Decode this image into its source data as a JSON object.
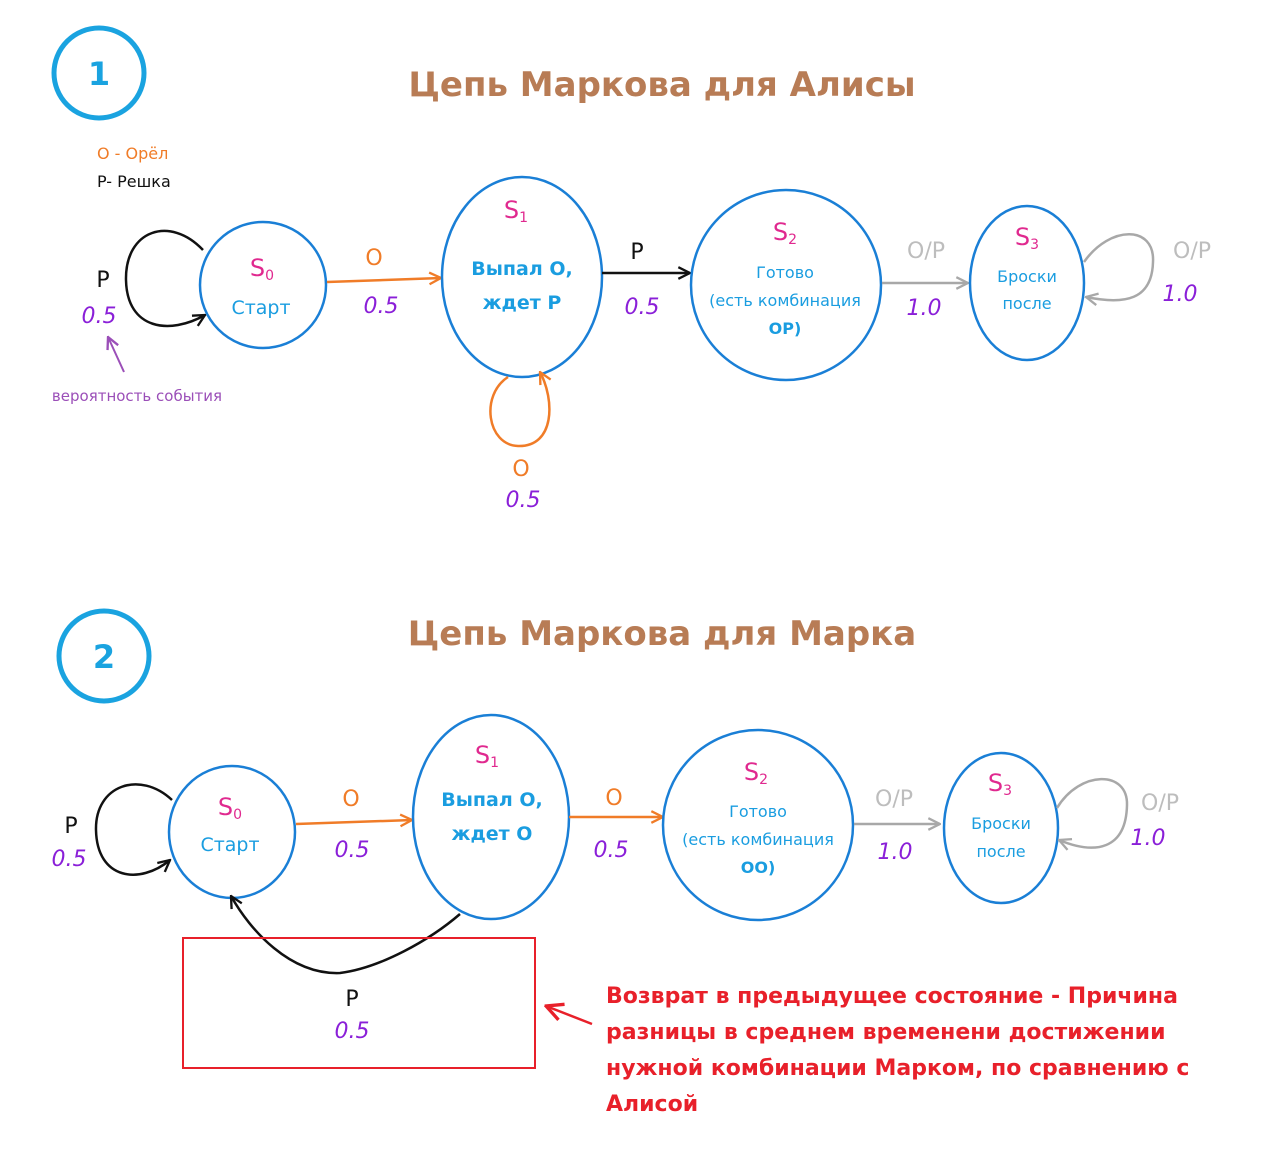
{
  "colors": {
    "title": "#b87c55",
    "state_border": "#1a7fd6",
    "badge": "#1aa3e0",
    "state_id": "#e0298f",
    "state_label": "#1a9de0",
    "heads": "#f07c28",
    "tails": "#111111",
    "any": "#bdbdbd",
    "probability": "#8a1fd8",
    "annotation": "#9b4fb8",
    "highlight": "#e8202a"
  },
  "legend": {
    "heads": "O - Орёл",
    "tails": "P- Решка"
  },
  "annotation_probability": "вероятность события",
  "diagrams": [
    {
      "badge": "1",
      "title": "Цепь Маркова для Алисы",
      "states": [
        {
          "id": "S",
          "sub": "0",
          "lines": [
            "Старт"
          ]
        },
        {
          "id": "S",
          "sub": "1",
          "lines": [
            "Выпал О,",
            "ждет Р"
          ]
        },
        {
          "id": "S",
          "sub": "2",
          "lines": [
            "Готово",
            "(есть комбинация",
            "ОР)"
          ]
        },
        {
          "id": "S",
          "sub": "3",
          "lines": [
            "Броски",
            "после"
          ]
        }
      ],
      "transitions": [
        {
          "from": "S0",
          "to": "S0",
          "symbol": "P",
          "prob": "0.5"
        },
        {
          "from": "S0",
          "to": "S1",
          "symbol": "O",
          "prob": "0.5"
        },
        {
          "from": "S1",
          "to": "S1",
          "symbol": "O",
          "prob": "0.5"
        },
        {
          "from": "S1",
          "to": "S2",
          "symbol": "P",
          "prob": "0.5"
        },
        {
          "from": "S2",
          "to": "S3",
          "symbol": "O/P",
          "prob": "1.0"
        },
        {
          "from": "S3",
          "to": "S3",
          "symbol": "O/P",
          "prob": "1.0"
        }
      ]
    },
    {
      "badge": "2",
      "title": "Цепь Маркова для Марка",
      "states": [
        {
          "id": "S",
          "sub": "0",
          "lines": [
            "Старт"
          ]
        },
        {
          "id": "S",
          "sub": "1",
          "lines": [
            "Выпал О,",
            "ждет О"
          ]
        },
        {
          "id": "S",
          "sub": "2",
          "lines": [
            "Готово",
            "(есть комбинация",
            "ОО)"
          ]
        },
        {
          "id": "S",
          "sub": "3",
          "lines": [
            "Броски",
            "после"
          ]
        }
      ],
      "transitions": [
        {
          "from": "S0",
          "to": "S0",
          "symbol": "P",
          "prob": "0.5"
        },
        {
          "from": "S0",
          "to": "S1",
          "symbol": "O",
          "prob": "0.5"
        },
        {
          "from": "S1",
          "to": "S2",
          "symbol": "O",
          "prob": "0.5"
        },
        {
          "from": "S1",
          "to": "S0",
          "symbol": "P",
          "prob": "0.5"
        },
        {
          "from": "S2",
          "to": "S3",
          "symbol": "O/P",
          "prob": "1.0"
        },
        {
          "from": "S3",
          "to": "S3",
          "symbol": "O/P",
          "prob": "1.0"
        }
      ]
    }
  ],
  "highlight_note": [
    "Возврат в предыдущее состояние - Причина",
    "разницы в среднем временени достижении",
    "нужной комбинации Марком, по сравнению с",
    "Алисой"
  ]
}
